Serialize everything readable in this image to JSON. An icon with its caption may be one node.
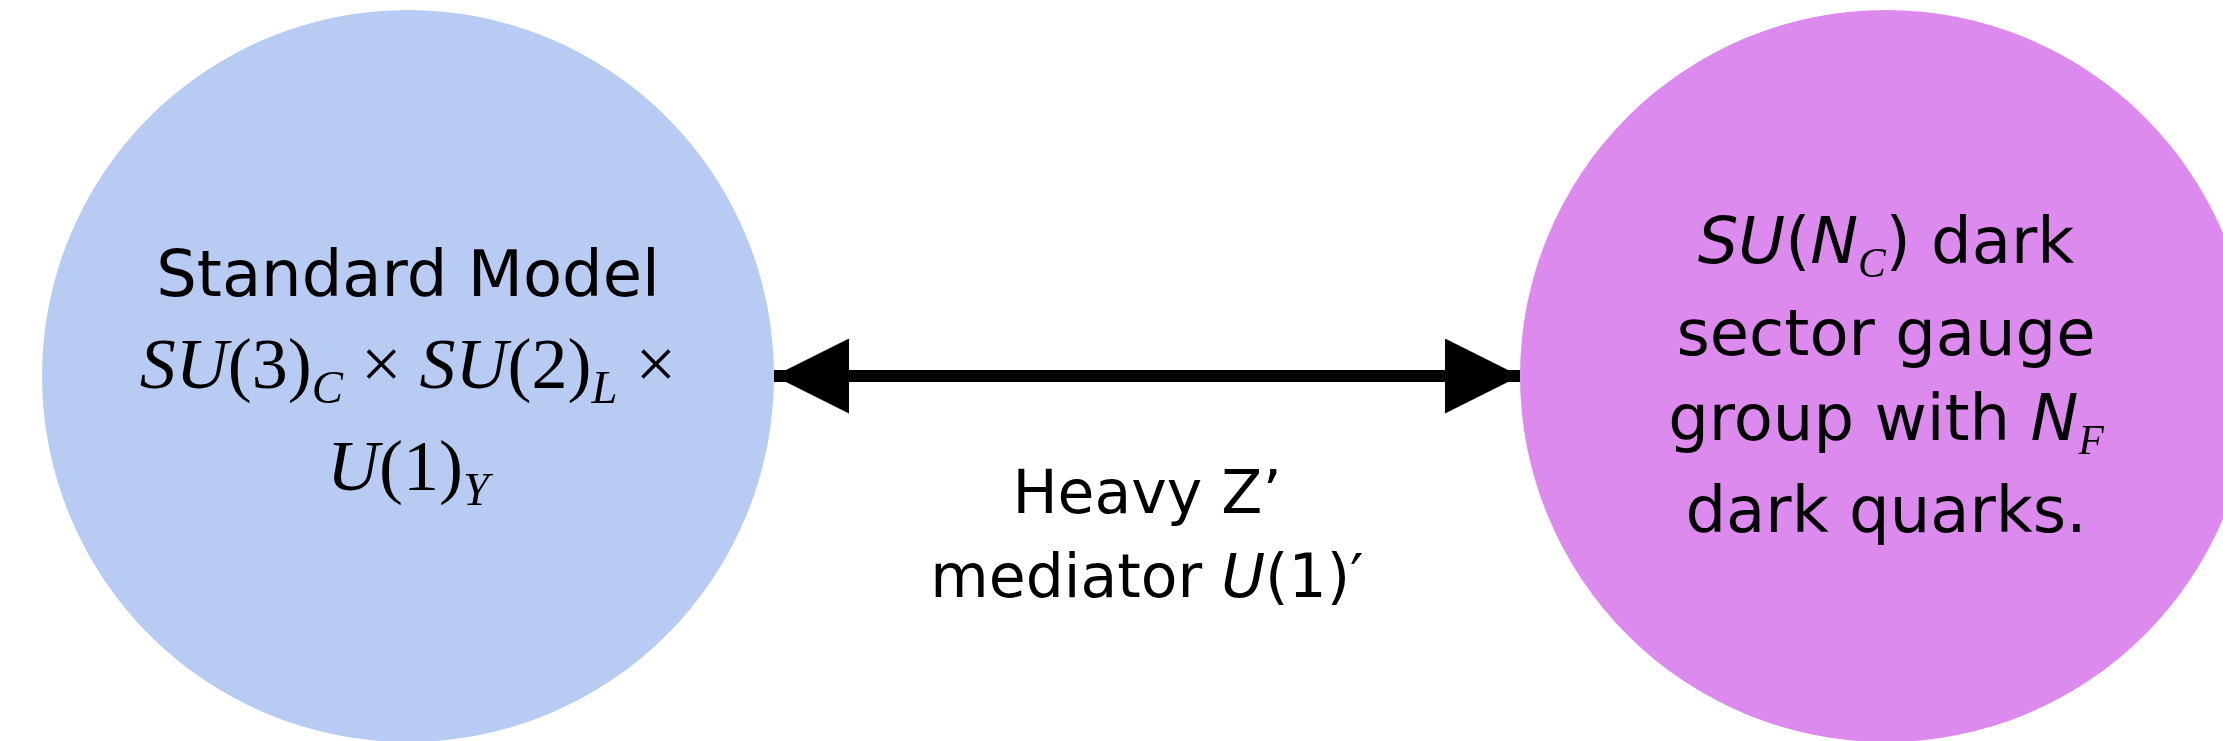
{
  "diagram": {
    "nodes": [
      {
        "text": [
          "Standard Model",
          "*SU*(3)$_{C}$ × *SU*(2)$_{L}$ × *U*(1)$_{Y}$"
        ]
      },
      {
        "text": [
          "*SU*(*N*$_{C}$) dark sector gauge group with *N*$_{F}$ dark quarks."
        ]
      }
    ],
    "edges": [
      {
        "from": 0,
        "to": 1,
        "arrow": "both",
        "label": "Heavy Z’ mediator *U*(1)′"
      }
    ]
  }
}
